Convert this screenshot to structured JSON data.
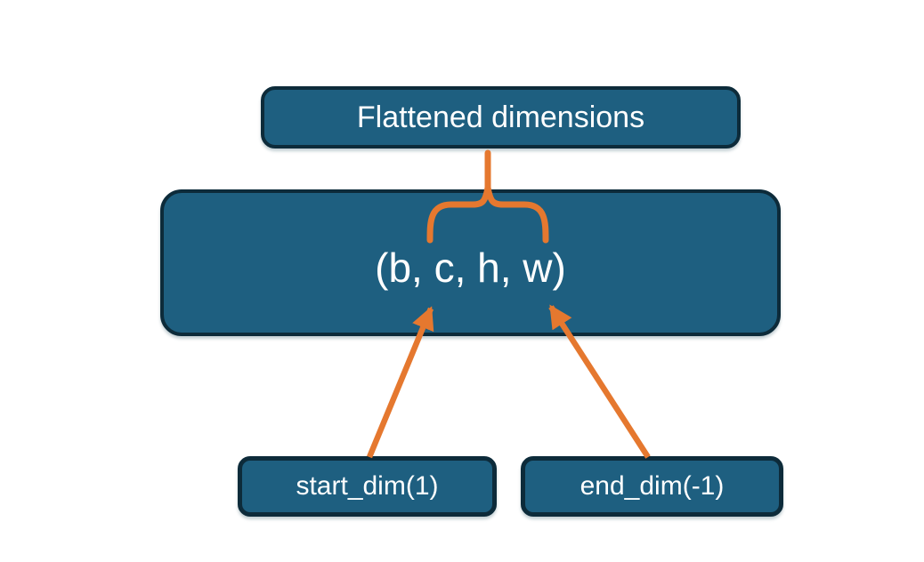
{
  "colors": {
    "background": "#FFFFFF",
    "box_fill": "#1E5F80",
    "box_border": "#0D2B3A",
    "arrow": "#E5782F",
    "text": "#FFFFFF"
  },
  "diagram": {
    "flattened_label": "Flattened dimensions",
    "tensor_shape": "(b, c, h, w)",
    "start_dim_label": "start_dim(1)",
    "end_dim_label": "end_dim(-1)"
  }
}
